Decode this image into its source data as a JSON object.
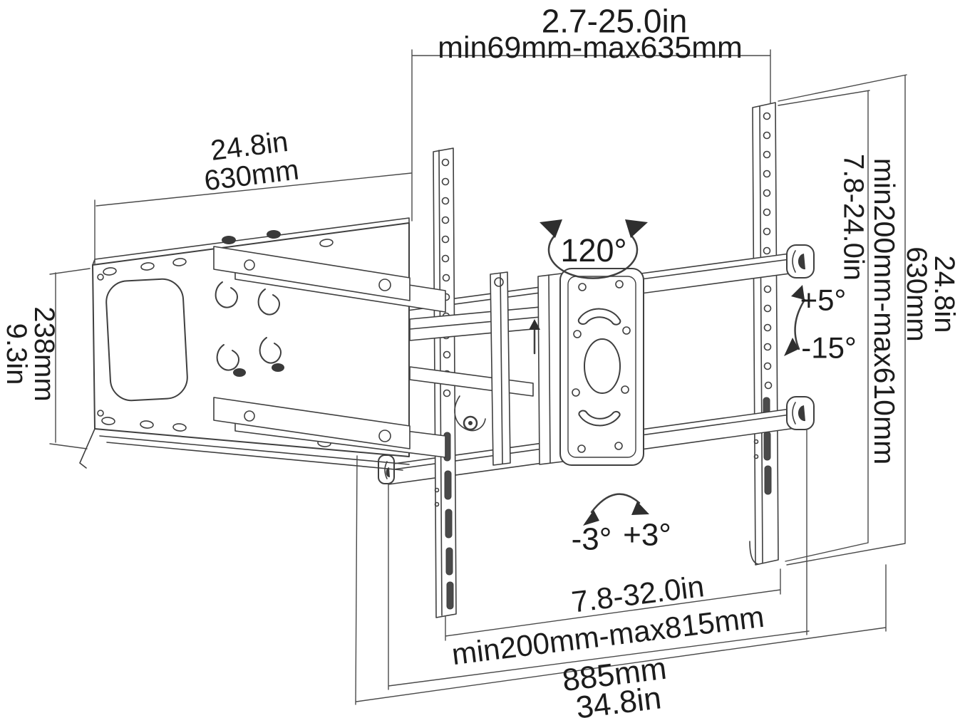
{
  "diagram": {
    "description": "Articulating TV wall mount dimension diagram",
    "background": "#ffffff",
    "line_color": "#3f3f3f",
    "text_color": "#1c1c1c",
    "labels": {
      "extension_depth_in": "2.7-25.0in",
      "extension_depth_mm": "min69mm-max635mm",
      "wall_plate_width_in": "24.8in",
      "wall_plate_width_mm": "630mm",
      "wall_plate_height_mm": "238mm",
      "wall_plate_height_in": "9.3in",
      "swivel_angle": "120°",
      "tilt_up": "+5°",
      "tilt_down": "-15°",
      "vesa_height_in": "7.8-24.0in",
      "vesa_height_mm": "min200mm-max610mm",
      "rail_length_in": "24.8in",
      "rail_length_mm": "630mm",
      "roll_minus": "-3°",
      "roll_plus": "+3°",
      "vesa_width_in": "7.8-32.0in",
      "vesa_width_mm": "min200mm-max815mm",
      "max_width_mm": "885mm",
      "max_width_in": "34.8in"
    }
  }
}
